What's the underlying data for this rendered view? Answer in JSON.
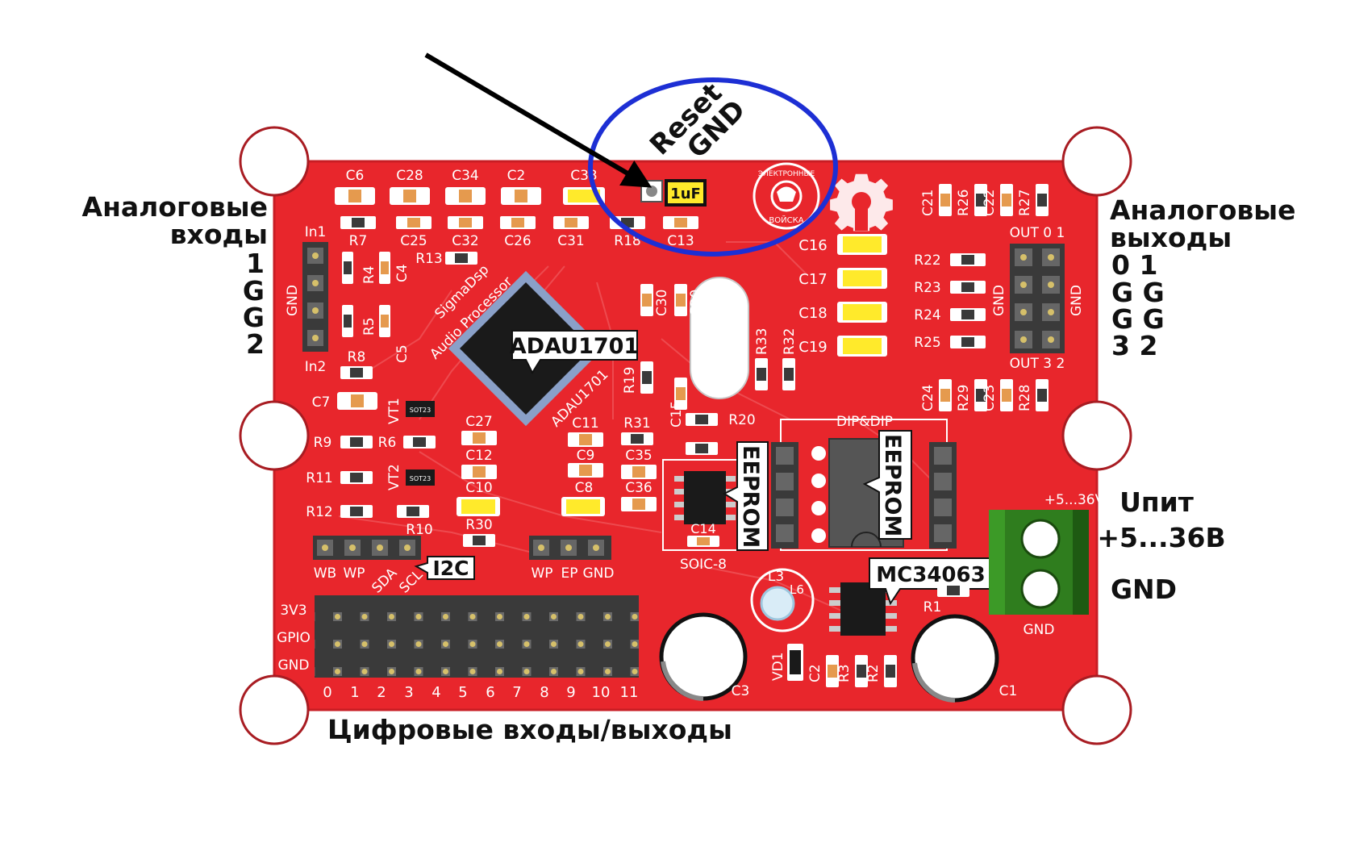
{
  "colors": {
    "board": "#e8262c",
    "board_edge": "#c81d24",
    "silk": "#ffffff",
    "header_pin": "#3a3a3a",
    "callout_oval": "#1d2fd4",
    "arrow": "#000000",
    "cap_yellow": "#ffea2b",
    "terminal_green": "#2f7d1e"
  },
  "annotations": {
    "reset_line1": "Reset",
    "reset_line2": "GND",
    "cap_1uf": "1uF",
    "analog_in_title_1": "Аналоговые",
    "analog_in_title_2": "входы",
    "analog_in_pins": [
      "1",
      "G",
      "G",
      "2"
    ],
    "analog_out_title_1": "Аналоговые",
    "analog_out_title_2": "выходы",
    "analog_out_pins": [
      "0 1",
      "G G",
      "G G",
      "3 2"
    ],
    "power_title": "Uпит",
    "power_voltage": "+5...36В",
    "power_gnd": "GND",
    "digital_io": "Цифровые входы/выходы"
  },
  "callouts": {
    "dsp_chip": "ADAU1701",
    "eeprom_soic": "EEPROM",
    "eeprom_dip": "EEPROM",
    "regulator": "MC34063",
    "i2c": "I2C"
  },
  "silkscreen": {
    "top_caps": [
      "C6",
      "C28",
      "C34",
      "C2",
      "C33"
    ],
    "row2": [
      "R7",
      "C25",
      "C32",
      "C26",
      "C31",
      "R18",
      "C13"
    ],
    "in1": "In1",
    "in2": "In2",
    "gnd_vertical": "GND",
    "left_parts": [
      "R4",
      "C4",
      "R5",
      "C5",
      "R8",
      "C7",
      "R9",
      "R6",
      "R11",
      "R12",
      "R10",
      "VT1",
      "VT2"
    ],
    "sot23": "SOT23",
    "r13": "R13",
    "dsp_silk1": "SigmaDsp",
    "dsp_silk2": "Audio Processor",
    "dsp_silk3": "ADAU1701",
    "mid_parts": [
      "C30",
      "C20",
      "R19",
      "C15",
      "R33",
      "R32",
      "R20"
    ],
    "lower_caps": [
      "C27",
      "C12",
      "C10",
      "R30",
      "C11",
      "C9",
      "C8",
      "R31",
      "C35",
      "C36"
    ],
    "right_caps": [
      "C16",
      "C17",
      "C18",
      "C19"
    ],
    "right_res": [
      "R22",
      "R23",
      "R24",
      "R25"
    ],
    "top_right": [
      "C21",
      "R26",
      "C22",
      "R27"
    ],
    "out_top": "OUT 0   1",
    "out_bottom": "OUT 3   2",
    "lower_right": [
      "C24",
      "R29",
      "C23",
      "R28"
    ],
    "dip": "DIP&DIP",
    "soic": "SOIC-8",
    "c14": "C14",
    "i2c_row": [
      "WB",
      "WP",
      "SDA",
      "SCL"
    ],
    "ep_row": [
      "WP",
      "EP",
      "GND"
    ],
    "gpio_rows": [
      "3V3",
      "GPIO",
      "GND"
    ],
    "gpio_numbers": [
      "0",
      "1",
      "2",
      "3",
      "4",
      "5",
      "6",
      "7",
      "8",
      "9",
      "10",
      "11"
    ],
    "power_range": "+5...36V",
    "terminal_gnd": "GND",
    "bottom_parts": [
      "L3",
      "L6",
      "VD1",
      "C2",
      "R3",
      "R2",
      "R1",
      "C3",
      "C1"
    ],
    "logo_top": "ЭЛЕКТРОННЫЕ",
    "logo_bottom": "ВОЙСКА"
  }
}
